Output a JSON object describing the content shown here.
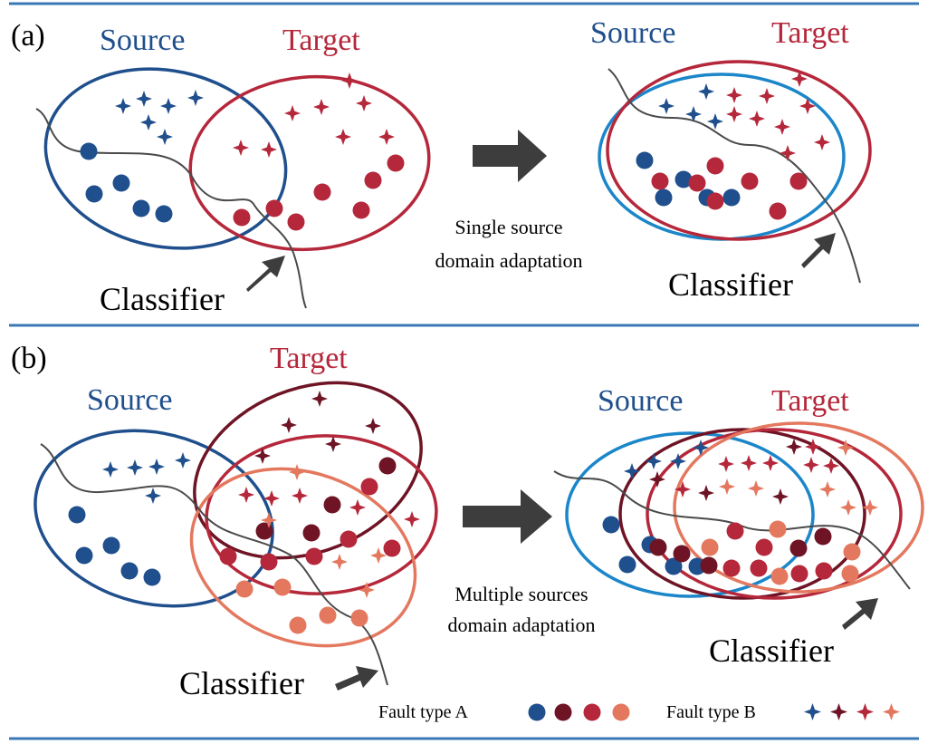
{
  "colors": {
    "divider": "#3a78b5",
    "source_blue": "#1f4f8c",
    "source_light_blue": "#1b86c9",
    "target_red": "#b5273a",
    "target_dark_red": "#6e1425",
    "target_orange": "#e4785f",
    "arrow_gray": "#3d3d3d",
    "classifier_line": "#4a4a4a"
  },
  "panel_a": {
    "tag": "(a)",
    "left": {
      "source_label": "Source",
      "target_label": "Target",
      "classifier_label": "Classifier"
    },
    "caption": {
      "line1": "Single source",
      "line2": "domain adaptation"
    },
    "right": {
      "source_label": "Source",
      "target_label": "Target",
      "classifier_label": "Classifier"
    }
  },
  "panel_b": {
    "tag": "(b)",
    "left": {
      "source_label": "Source",
      "target_label": "Target",
      "classifier_label": "Classifier"
    },
    "caption": {
      "line1": "Multiple sources",
      "line2": "domain adaptation"
    },
    "right": {
      "source_label": "Source",
      "target_label": "Target",
      "classifier_label": "Classifier"
    }
  },
  "legend": {
    "fault_a": {
      "label": "Fault type A",
      "icon": "circle-markers",
      "colors": [
        "#1f4f8c",
        "#6e1425",
        "#b5273a",
        "#e4785f"
      ]
    },
    "fault_b": {
      "label": "Fault type B",
      "icon": "star-markers",
      "colors": [
        "#1f4f8c",
        "#6e1425",
        "#b5273a",
        "#e4785f"
      ]
    }
  }
}
